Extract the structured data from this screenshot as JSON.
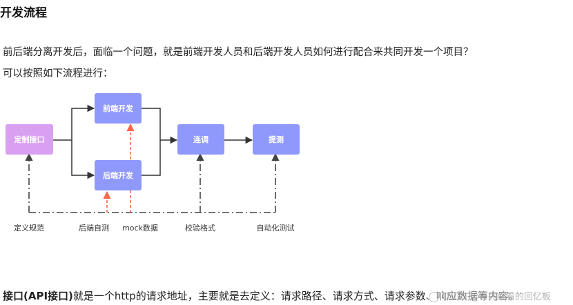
{
  "heading": "开发流程",
  "paragraph1": "前后端分离开发后，面临一个问题，就是前端开发人员和后端开发人员如何进行配合来共同开发一个项目？",
  "paragraph2": "可以按照如下流程进行：",
  "diagram": {
    "nodes": {
      "define": "定制接口",
      "frontend": "前端开发",
      "backend": "后端开发",
      "integrate": "连调",
      "test": "提测"
    },
    "labels": {
      "spec": "定义规范",
      "selftest": "后端自测",
      "mock": "mock数据",
      "format": "校验格式",
      "autotest": "自动化测试"
    },
    "colors": {
      "define_box": "#d9a0f2",
      "process_box": "#8f98fb",
      "solid_line": "#333333",
      "dashed_line": "#444444",
      "red_arrow": "#f26a4a"
    }
  },
  "paragraph3": {
    "bold": "接口(API接口)",
    "rest": "就是一个http的请求地址，主要就是去定义：请求路径、请求方式、请求参数、响应数据等内容。"
  },
  "watermark": "CSDN @有完就看的回忆板"
}
